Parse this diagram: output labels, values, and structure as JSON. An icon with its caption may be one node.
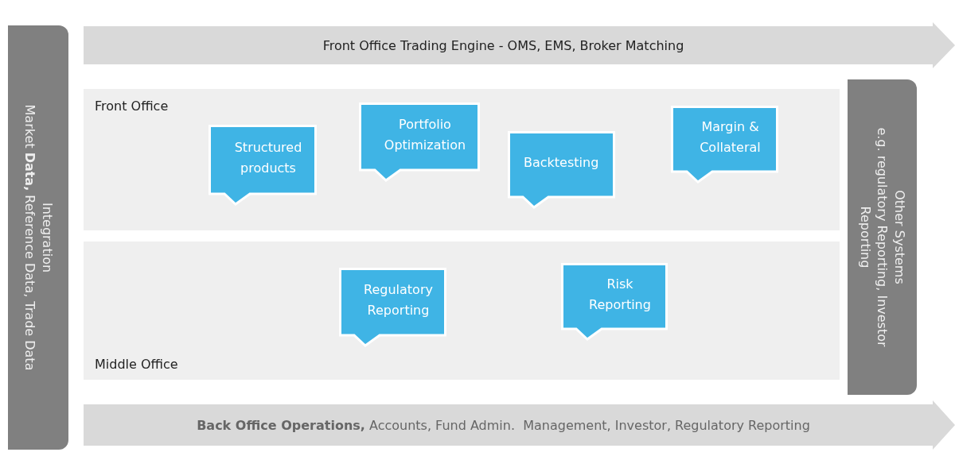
{
  "diagram": {
    "nodes": [
      {
        "text": [
          "Front Office Trading Engine - OMS, EMS, Broker Matching"
        ]
      },
      {
        "text": [
          "Front Office"
        ]
      },
      {
        "text": [
          "Structured products"
        ],
        "in": 1
      },
      {
        "text": [
          "Portfolio Optimization"
        ],
        "in": 1
      },
      {
        "text": [
          "Backtesting"
        ],
        "in": 1
      },
      {
        "text": [
          "Margin & Collateral"
        ],
        "in": 1
      },
      {
        "text": [
          "Middle Office"
        ]
      },
      {
        "text": [
          "Regulatory Reporting"
        ],
        "in": 6
      },
      {
        "text": [
          "Risk Reporting"
        ],
        "in": 6
      },
      {
        "text": [
          "Integration",
          "Market **Data,** Reference Data, Trade Data"
        ]
      },
      {
        "text": [
          "Other Systems",
          "e.g. regulatory Reporting, Investor Reporting"
        ]
      },
      {
        "text": [
          "**Back Office Operations,** Accounts, Fund Admin.  Management, Investor, Regulatory Reporting"
        ]
      }
    ]
  }
}
